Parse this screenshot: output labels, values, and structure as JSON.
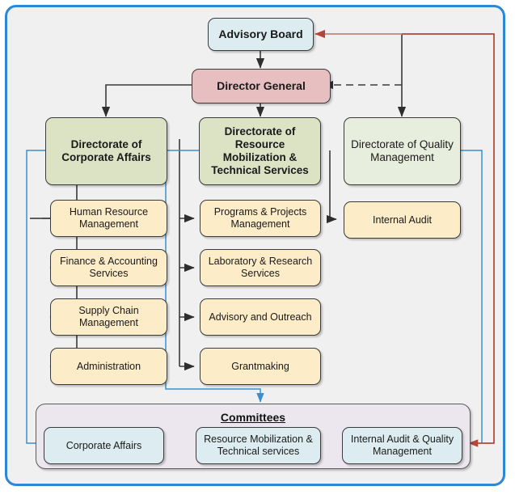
{
  "diagram": {
    "title_visible": false,
    "colors": {
      "frame_border": "#2e86d4",
      "canvas_bg": "#f0f0f0",
      "advisory_fill": "#dcecf1",
      "director_fill": "#e8bfc0",
      "directorate_fill": "#dbe3c4",
      "directorate_alt_fill": "#e8eedd",
      "unit_fill": "#fdecc8",
      "committees_fill": "#ece7ef",
      "committee_item_fill": "#dcecf1",
      "connector_black": "#3a3a3a",
      "connector_blue": "#3a8fd0",
      "connector_red": "#b4453a",
      "connector_red_light": "#daa9a4"
    },
    "top": {
      "advisory_board": "Advisory Board",
      "director_general": "Director General"
    },
    "directorates": [
      {
        "label": "Directorate of Corporate Affairs",
        "bold": true
      },
      {
        "label": "Directorate of Resource Mobilization & Technical Services",
        "bold": true
      },
      {
        "label": "Directorate of Quality Management",
        "bold": false
      }
    ],
    "units": {
      "corporate_affairs": [
        "Human Resource Management",
        "Finance & Accounting Services",
        "Supply Chain Management",
        "Administration"
      ],
      "resource_mobilization": [
        "Programs & Projects Management",
        "Laboratory & Research Services",
        "Advisory and Outreach",
        "Grantmaking"
      ],
      "quality_management": [
        "Internal Audit"
      ]
    },
    "committees": {
      "title": "Committees",
      "items": [
        "Corporate Affairs",
        "Resource Mobilization & Technical services",
        "Internal Audit & Quality Management"
      ]
    }
  }
}
